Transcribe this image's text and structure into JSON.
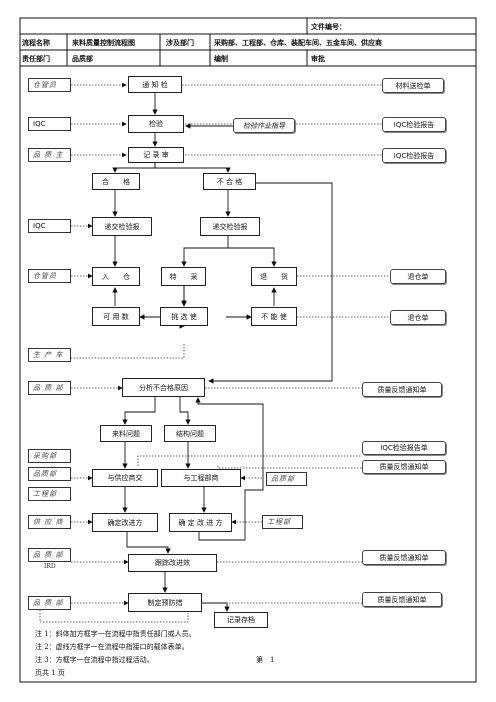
{
  "header": {
    "doc_no_label": "文件编号：",
    "process_name_label": "流程名称",
    "process_name": "来料质量控制流程图",
    "dept_label": "涉及部门",
    "depts": "采购部、工程部、仓库、装配车间、五金车间、供应商",
    "owner_label": "责任部门",
    "owner": "品质部",
    "prepared_label": "编制",
    "approved_label": "审批"
  },
  "roles": {
    "warehouse1": "仓管员",
    "iqc1": "IQC",
    "qc_lead": "品 质 主",
    "iqc2": "IQC",
    "warehouse2": "仓管员",
    "production": "生 产 车",
    "quality1": "品 质 部",
    "purchasing": "采购部",
    "quality2": "品质部",
    "engineering1": "工程部",
    "supplier": "供 应 商",
    "quality3": "品 质 部",
    "quality4": "品 质 部",
    "quality5": "品质部",
    "engineering2": "工程部",
    "stray": "IRD"
  },
  "steps": {
    "notify": "通 知 检",
    "inspect": "检验",
    "record": "记 录 审",
    "pass": "合　　格",
    "fail": "不 合 格",
    "submit1": "递交检验报",
    "submit2": "递交检验报",
    "stock_in": "入　　仓",
    "special": "特　　采",
    "return": "退　　货",
    "usable": "可 用 数",
    "sort": "挑 选 使",
    "unusable": "不 能 使",
    "analyze": "分析不合格原因",
    "material_issue": "来料问题",
    "structure_issue": "结构问题",
    "negotiate_supplier": "与供应商交",
    "negotiate_eng": "与工程部商",
    "fix1": "确定改进方",
    "fix2": "确 定 改 进 方",
    "track": "跟踪改进效",
    "prevent": "制定预防措",
    "archive": "记录存档"
  },
  "documents": {
    "receiving_note": "材料送检单",
    "sop": "检验作业指导",
    "report1": "IQC检验报告",
    "report2": "IQC检验报告",
    "return_note1": "退仓单",
    "return_note2": "退仓单",
    "quality_feedback1": "质量反馈通知单",
    "report3": "IQC检验报告单",
    "quality_feedback2": "质量反馈通知单",
    "quality_feedback3": "质量反馈通知单",
    "quality_feedback4": "质量反馈通知单"
  },
  "notes": {
    "n1": "注 1：斜体加方框字一在流程中指责任部门或人员。",
    "n2": "注 2：虚线方框字一在流程中指接口的载体表单。",
    "n3": "注 3：方框字一在流程中指过程活动。",
    "page_word": "第　1",
    "total": "页共 1 页"
  }
}
